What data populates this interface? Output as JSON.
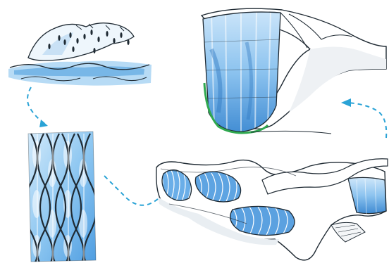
{
  "colors": {
    "ink": "#1f2a33",
    "water_light": "#d4ebfb",
    "water_mid": "#8fc6f0",
    "water_deep": "#3f8fd6",
    "arrow": "#2aa3d6",
    "accent_green": "#2fa84f",
    "paper": "#ffffff",
    "shell_shadow": "#e9eef2"
  },
  "stages": [
    {
      "id": "water-landscape",
      "icon": "waves-rain-sketch"
    },
    {
      "id": "woven-pattern",
      "icon": "lattice-sketch"
    },
    {
      "id": "building-model",
      "icon": "perforated-shell-sketch"
    },
    {
      "id": "atrium-detail",
      "icon": "glass-facade-sketch"
    }
  ],
  "arrows": [
    {
      "from": "water-landscape",
      "to": "woven-pattern"
    },
    {
      "from": "woven-pattern",
      "to": "building-model"
    },
    {
      "from": "building-model",
      "to": "atrium-detail"
    }
  ]
}
